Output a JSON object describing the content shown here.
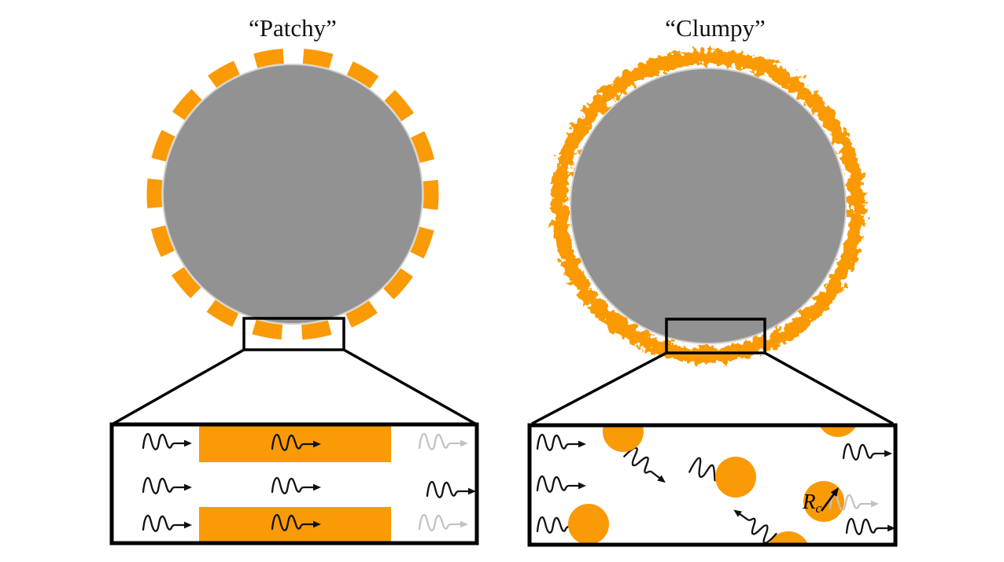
{
  "panels": {
    "patchy": {
      "title": "“Patchy”"
    },
    "clumpy": {
      "title": "“Clumpy”"
    }
  },
  "inset_labels": {
    "clump_radius_symbol": "R",
    "clump_radius_subscript": "c"
  },
  "colors": {
    "orange": "#FA9A06",
    "star_gray": "#929292",
    "photon_black": "#111111",
    "photon_attenuated": "#C2C2C2"
  }
}
